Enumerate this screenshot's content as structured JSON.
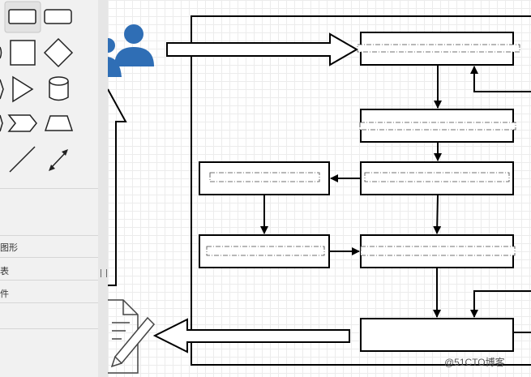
{
  "sidebar": {
    "sections": [
      {
        "label": "图形"
      },
      {
        "label": "表"
      },
      {
        "label": "件"
      }
    ]
  },
  "shapes": [
    {
      "name": "rounded-rect-shape-icon"
    },
    {
      "name": "rect-shape-icon"
    },
    {
      "name": "square-shape-icon"
    },
    {
      "name": "diamond-shape-icon"
    },
    {
      "name": "triangle-shape-icon"
    },
    {
      "name": "cylinder-shape-icon"
    },
    {
      "name": "chevron-shape-icon"
    },
    {
      "name": "trapezoid-shape-icon"
    },
    {
      "name": "line-shape-icon"
    },
    {
      "name": "bidirectional-arrow-shape-icon"
    }
  ],
  "diagram": {
    "boxes": [
      {
        "label": ""
      },
      {
        "label": ""
      },
      {
        "label": ""
      },
      {
        "label": ""
      },
      {
        "label": ""
      },
      {
        "label": ""
      },
      {
        "label": ""
      }
    ]
  },
  "watermark": "@51CTO博客",
  "colors": {
    "users_icon": "#2f6eb5",
    "canvas_grid": "#ececec",
    "sidebar_bg": "#f1f1f1"
  }
}
